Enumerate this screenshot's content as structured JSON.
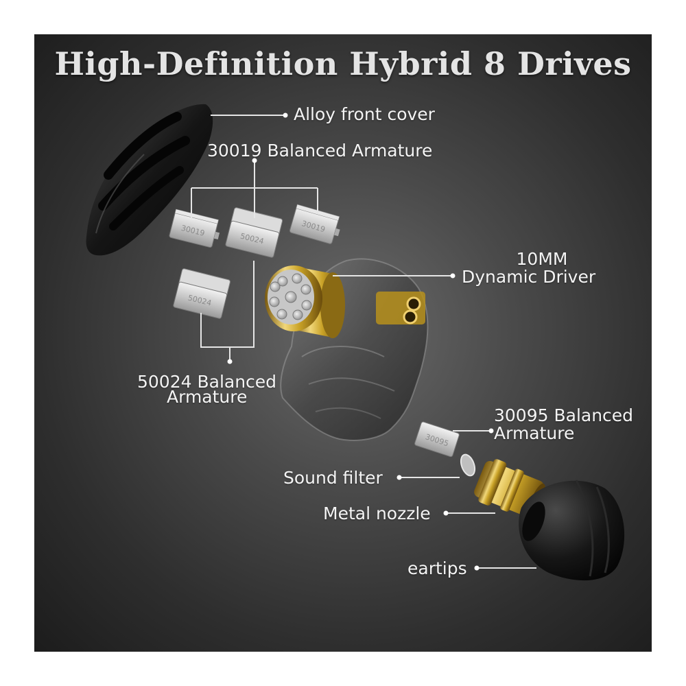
{
  "title": "High-Definition Hybrid 8 Drives",
  "labels": {
    "front_cover": "Alloy front cover",
    "ba_30019": "30019 Balanced Armature",
    "dynamic_line1": "10MM",
    "dynamic_line2": "Dynamic Driver",
    "ba_50024_line1": "50024 Balanced",
    "ba_50024_line2": "Armature",
    "ba_30095_line1": "30095 Balanced",
    "ba_30095_line2": "Armature",
    "sound_filter": "Sound filter",
    "metal_nozzle": "Metal nozzle",
    "eartips": "eartips"
  },
  "chips": {
    "c30019": "30019",
    "c50024": "50024",
    "c30095": "30095"
  },
  "colors": {
    "background_dark": "#1c1c1c",
    "background_light": "#6a6a6a",
    "gold": "#c9a227",
    "leader_line": "#e6e6e6"
  }
}
